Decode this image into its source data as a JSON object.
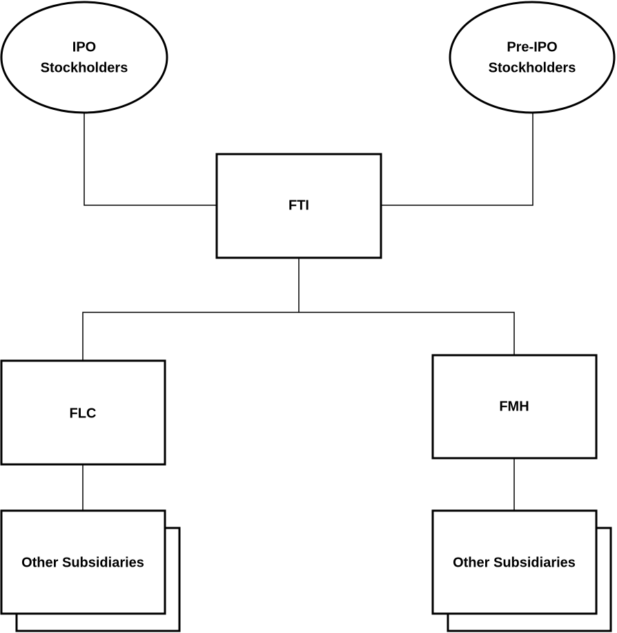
{
  "colors": {
    "stroke": "#000000",
    "fill": "#ffffff",
    "text": "#000000"
  },
  "nodes": {
    "ipo_stockholders": {
      "line1": "IPO",
      "line2": "Stockholders"
    },
    "pre_ipo_stockholders": {
      "line1": "Pre-IPO",
      "line2": "Stockholders"
    },
    "fti": {
      "label": "FTI"
    },
    "flc": {
      "label": "FLC"
    },
    "fmh": {
      "label": "FMH"
    },
    "flc_subsidiaries": {
      "label": "Other Subsidiaries"
    },
    "fmh_subsidiaries": {
      "label": "Other Subsidiaries"
    }
  }
}
